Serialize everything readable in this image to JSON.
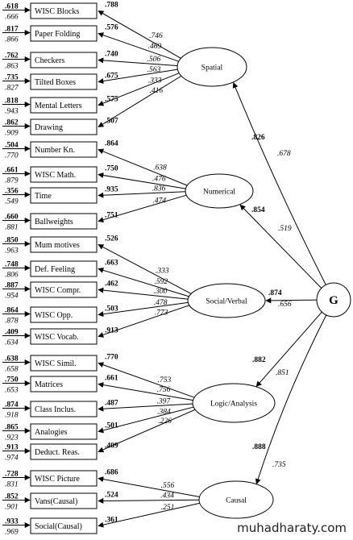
{
  "general_factor": {
    "label": "G"
  },
  "factors": [
    {
      "key": "spatial",
      "label": "Spatial",
      "g_loading": ".826",
      "g_residual": ".678"
    },
    {
      "key": "numerical",
      "label": "Numerical",
      "g_loading": ".854",
      "g_residual": ".519"
    },
    {
      "key": "social",
      "label": "Social/Verbal",
      "g_loading": ".874",
      "g_residual": ".656"
    },
    {
      "key": "logic",
      "label": "Logic/Analysis",
      "g_loading": ".882",
      "g_residual": ".851"
    },
    {
      "key": "causal",
      "label": "Causal",
      "g_loading": ".888",
      "g_residual": ".735"
    }
  ],
  "indicators": [
    {
      "label": "WISC Blocks",
      "factor": "spatial",
      "err_top": ".618",
      "err_bot": ".666",
      "loading": ".788",
      "path": ".746"
    },
    {
      "label": "Paper Folding",
      "factor": "spatial",
      "err_top": ".817",
      "err_bot": ".866",
      "loading": ".576",
      "path": ".469"
    },
    {
      "label": "Checkers",
      "factor": "spatial",
      "err_top": ".762",
      "err_bot": ".863",
      "loading": ".740",
      "path": ".506"
    },
    {
      "label": "Tilted Boxes",
      "factor": "spatial",
      "err_top": ".735",
      "err_bot": ".827",
      "loading": ".675",
      "path": ".563"
    },
    {
      "label": "Mental Letters",
      "factor": "spatial",
      "err_top": ".818",
      "err_bot": ".943",
      "loading": ".575",
      "path": ".333"
    },
    {
      "label": "Drawing",
      "factor": "spatial",
      "err_top": ".862",
      "err_bot": ".909",
      "loading": ".507",
      "path": ".416"
    },
    {
      "label": "Number Kn.",
      "factor": "numerical",
      "err_top": ".504",
      "err_bot": ".770",
      "loading": ".864",
      "path": ".638"
    },
    {
      "label": "WISC Math.",
      "factor": "numerical",
      "err_top": ".661",
      "err_bot": ".879",
      "loading": ".750",
      "path": ".476"
    },
    {
      "label": "Time",
      "factor": "numerical",
      "err_top": ".356",
      "err_bot": ".549",
      "loading": ".935",
      "path": ".836"
    },
    {
      "label": "Ballweights",
      "factor": "numerical",
      "err_top": ".660",
      "err_bot": ".881",
      "loading": ".751",
      "path": ".474"
    },
    {
      "label": "Mum motives",
      "factor": "social",
      "err_top": ".850",
      "err_bot": ".963",
      "loading": ".526",
      "path": ".333"
    },
    {
      "label": "Def. Feeling",
      "factor": "social",
      "err_top": ".748",
      "err_bot": ".806",
      "loading": ".663",
      "path": ".592"
    },
    {
      "label": "WISC Compr.",
      "factor": "social",
      "err_top": ".887",
      "err_bot": ".954",
      "loading": ".462",
      "path": ".300"
    },
    {
      "label": "WISC Opp.",
      "factor": "social",
      "err_top": ".864",
      "err_bot": ".878",
      "loading": ".503",
      "path": ".478"
    },
    {
      "label": "WISC Vocab.",
      "factor": "social",
      "err_top": ".409",
      "err_bot": ".634",
      "loading": ".913",
      "path": ".773"
    },
    {
      "label": "WISC Simil.",
      "factor": "logic",
      "err_top": ".638",
      "err_bot": ".658",
      "loading": ".770",
      "path": ".753"
    },
    {
      "label": "Matrices",
      "factor": "logic",
      "err_top": ".750",
      "err_bot": ".653",
      "loading": ".661",
      "path": ".756"
    },
    {
      "label": "Class Inclus.",
      "factor": "logic",
      "err_top": ".874",
      "err_bot": ".918",
      "loading": ".487",
      "path": ".397"
    },
    {
      "label": "Analogies",
      "factor": "logic",
      "err_top": ".865",
      "err_bot": ".923",
      "loading": ".501",
      "path": ".384"
    },
    {
      "label": "Deduct. Reas.",
      "factor": "logic",
      "err_top": ".913",
      "err_bot": ".974",
      "loading": ".409",
      "path": ".226"
    },
    {
      "label": "WISC Picture",
      "factor": "causal",
      "err_top": ".728",
      "err_bot": ".831",
      "loading": ".686",
      "path": ".556"
    },
    {
      "label": "Vans(Causal)",
      "factor": "causal",
      "err_top": ".852",
      "err_bot": ".901",
      "loading": ".524",
      "path": ".434"
    },
    {
      "label": "Social(Causal)",
      "factor": "causal",
      "err_top": ".933",
      "err_bot": ".969",
      "loading": ".361",
      "path": ".251"
    }
  ],
  "watermark": "muhadharaty.com"
}
